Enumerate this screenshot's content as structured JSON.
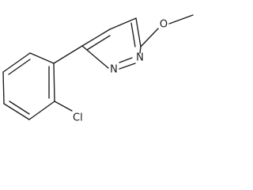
{
  "molecule": {
    "atoms": {
      "n1": "N",
      "n2": "N",
      "o": "O",
      "cl": "Cl"
    }
  }
}
